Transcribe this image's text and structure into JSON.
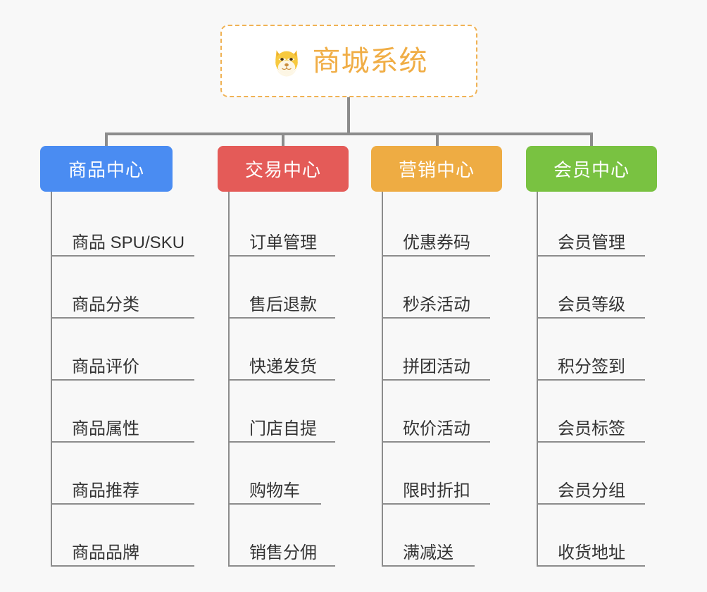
{
  "background_color": "#f8f8f8",
  "root": {
    "title": "商城系统",
    "emoji_name": "shiba-dog-face-emoji",
    "text_color": "#f0ad45",
    "border_color": "#f0b254"
  },
  "connector_color": "#8c8c8c",
  "columns": [
    {
      "title": "商品中心",
      "color": "#4a8cf2",
      "items": [
        "商品 SPU/SKU",
        "商品分类",
        "商品评价",
        "商品属性",
        "商品推荐",
        "商品品牌"
      ]
    },
    {
      "title": "交易中心",
      "color": "#e45b58",
      "items": [
        "订单管理",
        "售后退款",
        "快递发货",
        "门店自提",
        "购物车",
        "销售分佣"
      ]
    },
    {
      "title": "营销中心",
      "color": "#eeac43",
      "items": [
        "优惠券码",
        "秒杀活动",
        "拼团活动",
        "砍价活动",
        "限时折扣",
        "满减送"
      ]
    },
    {
      "title": "会员中心",
      "color": "#79c241",
      "items": [
        "会员管理",
        "会员等级",
        "积分签到",
        "会员标签",
        "会员分组",
        "收货地址"
      ]
    }
  ]
}
